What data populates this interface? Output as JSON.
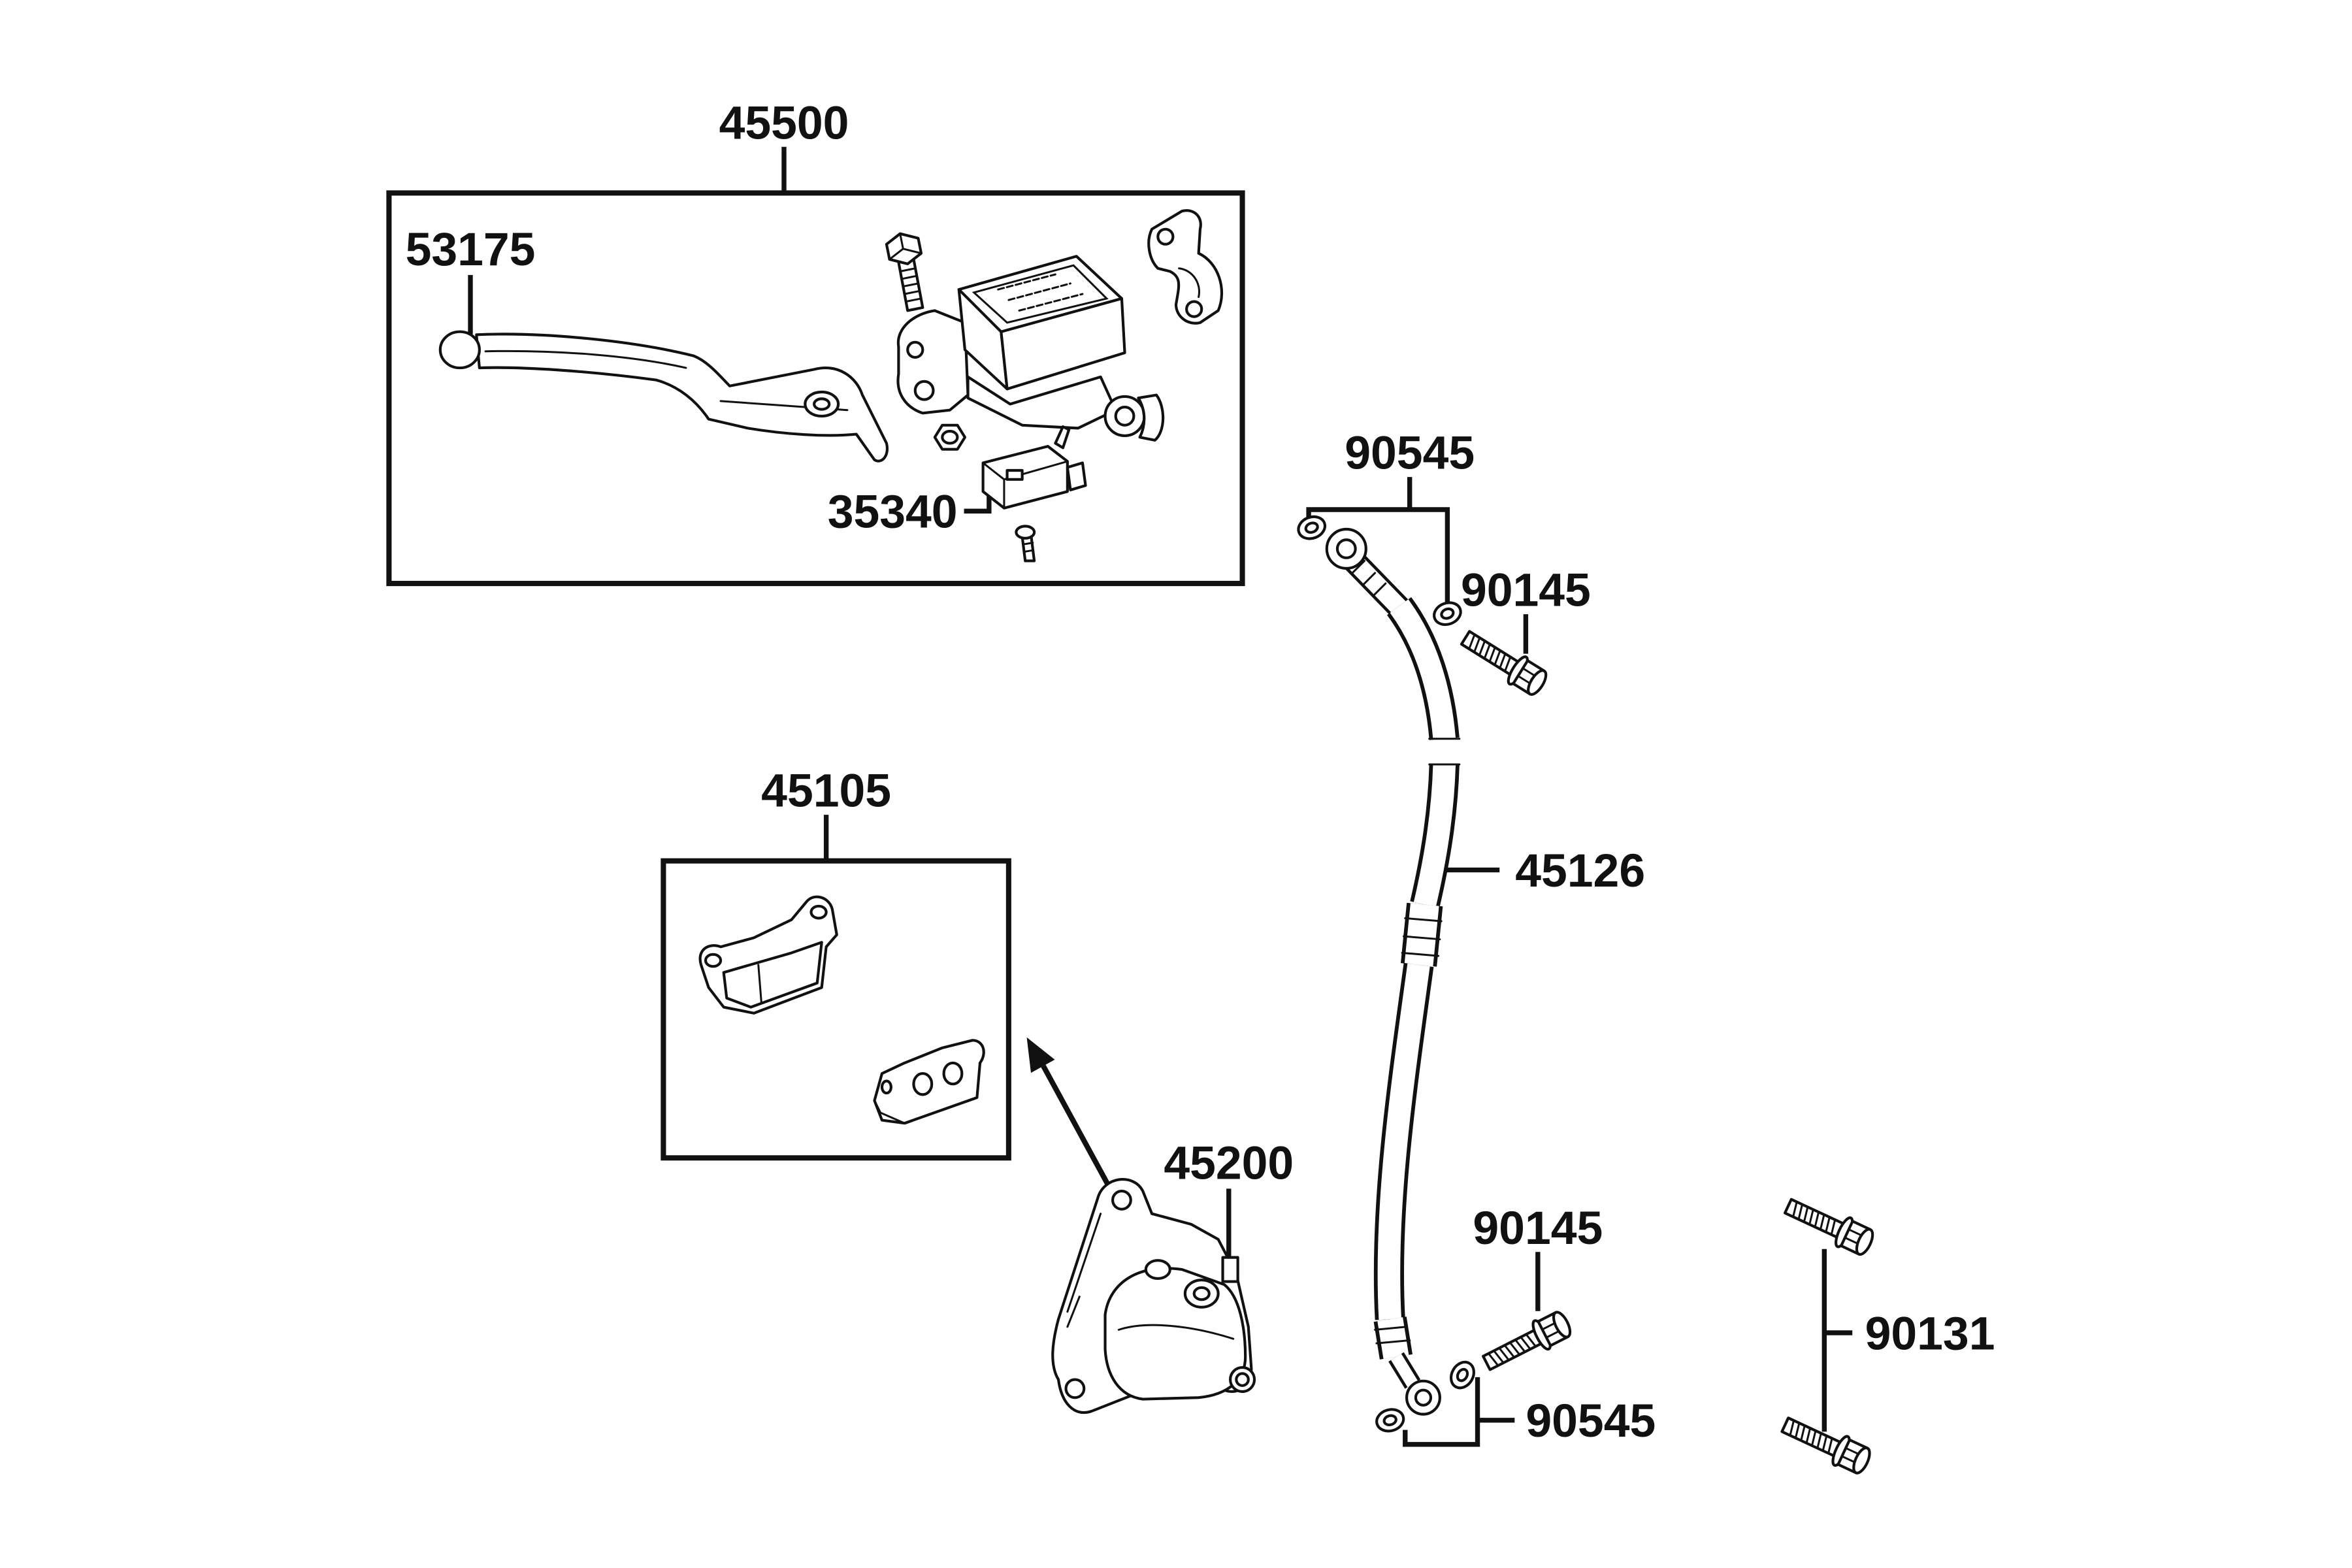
{
  "callouts": {
    "assembly": "45500",
    "lever": "53175",
    "switch": "35340",
    "washers_top": "90545",
    "bolt_top": "90145",
    "hose": "45126",
    "pads": "45105",
    "caliper": "45200",
    "bolt_bottom": "90145",
    "caliper_bolts": "90131",
    "washers_bottom": "90545"
  },
  "icons": [
    "brake-lever-icon",
    "master-cylinder-icon",
    "brake-hose-icon",
    "brake-pad-icon",
    "brake-caliper-icon",
    "bolt-icon",
    "washer-icon",
    "arrow-icon"
  ]
}
